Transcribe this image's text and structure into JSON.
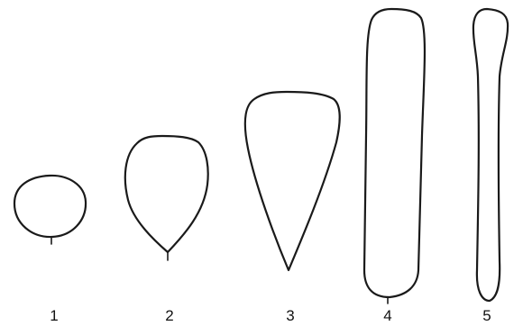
{
  "shapes": [
    {
      "id": "1",
      "label": "1",
      "description_name": "round"
    },
    {
      "id": "2",
      "label": "2",
      "description_name": "ovate"
    },
    {
      "id": "3",
      "label": "3",
      "description_name": "obovate-wedge"
    },
    {
      "id": "4",
      "label": "4",
      "description_name": "elongated"
    },
    {
      "id": "5",
      "label": "5",
      "description_name": "narrow-tapering"
    }
  ],
  "colors": {
    "stroke": "#1a1a1a",
    "background": "#ffffff",
    "label": "#111111"
  }
}
